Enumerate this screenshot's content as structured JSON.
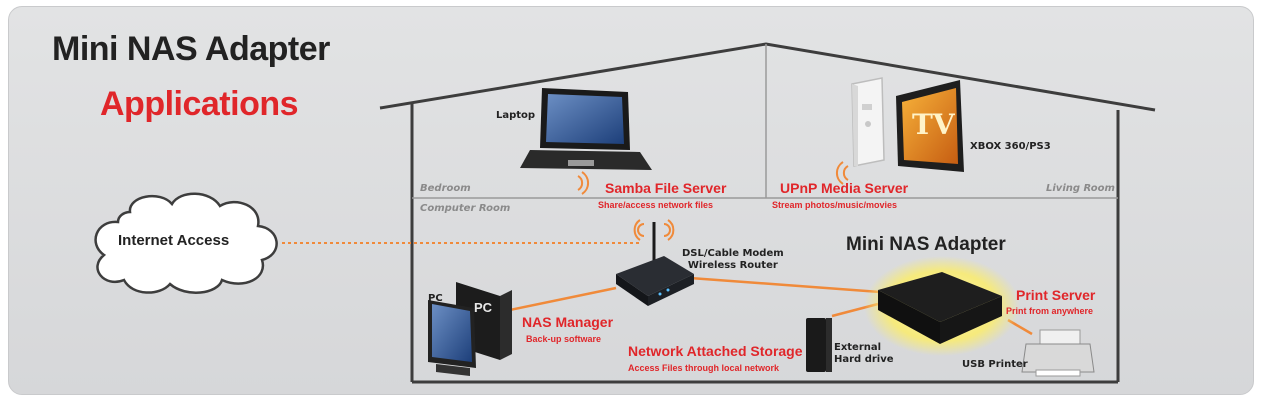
{
  "title": {
    "line1": "Mini NAS Adapter",
    "line2": "Applications"
  },
  "rooms": {
    "bedroom": "Bedroom",
    "living_room": "Living Room",
    "computer_room": "Computer Room"
  },
  "devices": {
    "laptop": "Laptop",
    "console": "XBOX 360/PS3",
    "tv": "TV",
    "router_line1": "DSL/Cable Modem",
    "router_line2": "Wireless Router",
    "pc": "PC",
    "pc_label": "PC",
    "hdd_line1": "External",
    "hdd_line2": "Hard drive",
    "printer": "USB Printer",
    "adapter": "Mini NAS Adapter"
  },
  "cloud": {
    "label": "Internet Access"
  },
  "services": {
    "samba": {
      "title": "Samba File Server",
      "subtitle": "Share/access network files"
    },
    "upnp": {
      "title": "UPnP Media Server",
      "subtitle": "Stream photos/music/movies"
    },
    "nas_manager": {
      "title": "NAS Manager",
      "subtitle": "Back-up software"
    },
    "nas_storage": {
      "title": "Network Attached Storage",
      "subtitle": "Access Files through local network"
    },
    "print": {
      "title": "Print Server",
      "subtitle": "Print from anywhere"
    }
  },
  "colors": {
    "accent_red": "#e0262a",
    "link_orange": "#f08a3a",
    "house_line": "#3d3d3d"
  }
}
